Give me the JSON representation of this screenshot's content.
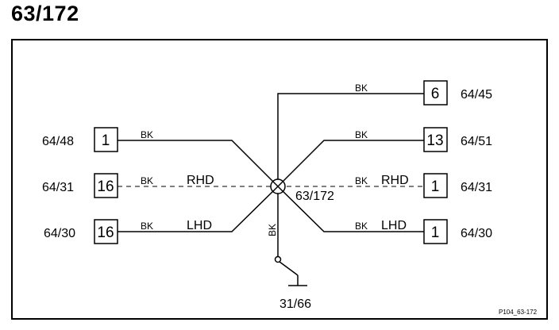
{
  "title": "63/172",
  "center_label": "63/172",
  "ground_label": "31/66",
  "ground_wire_color": "BK",
  "footer_ref": "P104_63-172",
  "left": [
    {
      "pin": "1",
      "connector": "64/48",
      "wire": "BK",
      "note": ""
    },
    {
      "pin": "16",
      "connector": "64/31",
      "wire": "BK",
      "note": "RHD"
    },
    {
      "pin": "16",
      "connector": "64/30",
      "wire": "BK",
      "note": "LHD"
    }
  ],
  "right": [
    {
      "pin": "6",
      "connector": "64/45",
      "wire": "BK",
      "note": ""
    },
    {
      "pin": "13",
      "connector": "64/51",
      "wire": "BK",
      "note": ""
    },
    {
      "pin": "1",
      "connector": "64/31",
      "wire": "BK",
      "note": "RHD"
    },
    {
      "pin": "1",
      "connector": "64/30",
      "wire": "BK",
      "note": "LHD"
    }
  ]
}
